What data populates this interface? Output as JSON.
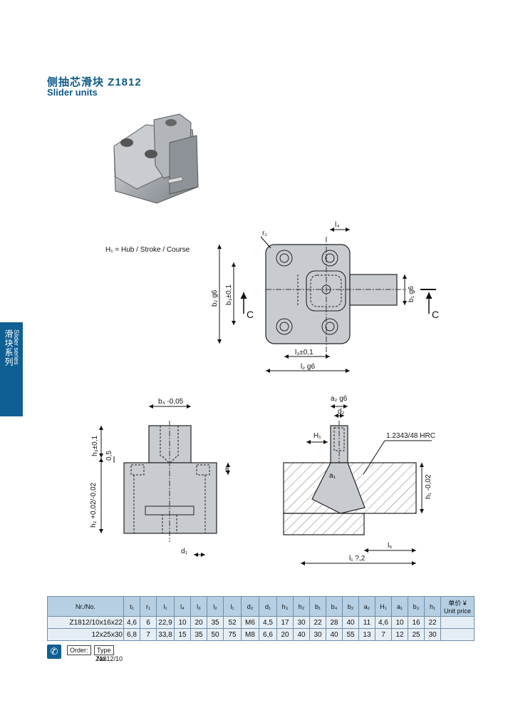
{
  "header": {
    "title_cn": "侧抽芯滑块 Z1812",
    "title_en": "Slider units"
  },
  "side_tab": {
    "label_cn": "滑块系列",
    "label_en": "Slider series"
  },
  "drawing": {
    "legend": "H₁ = Hub / Stroke / Course",
    "labels": {
      "r1": "r₁",
      "l4": "l₄",
      "b2": "b₂ g6",
      "b3": "b₃±0,1",
      "b1": "b₁ g6",
      "c_left": "C",
      "c_right": "C",
      "l3": "l₃±0,1",
      "l2": "l₂ g6",
      "b4": "b₄ -0,05",
      "h3": "h₃±0,1",
      "h05": "0,5",
      "h2": "h₂ +0,02/-0,02",
      "t1": "t₁",
      "d1": "d₁",
      "a2": "a₂ g6",
      "d2": "d₂",
      "H1": "H₁",
      "material": "1.2343/48 HRC",
      "a1": "a₁",
      "h1": "h₁ -0,02",
      "l5": "l₅",
      "l1": "l₁ ?,2"
    }
  },
  "table": {
    "headers": [
      "Nr./No.",
      "t₁",
      "r₁",
      "l₁",
      "l₄",
      "l₃",
      "l₂",
      "l₁",
      "d₂",
      "d₁",
      "h₃",
      "h₂",
      "b₁",
      "b₄",
      "b₂",
      "a₂",
      "H₁",
      "a₁",
      "b₃",
      "h₁"
    ],
    "price_header_cn": "单价 ¥",
    "price_header_en": "Unit price",
    "rows": [
      [
        "Z1812/10x16x22",
        "4,6",
        "6",
        "22,9",
        "10",
        "20",
        "35",
        "52",
        "M6",
        "4,5",
        "17",
        "30",
        "22",
        "28",
        "40",
        "11",
        "4,6",
        "10",
        "16",
        "22"
      ],
      [
        "12x25x30",
        "6,8",
        "7",
        "33,8",
        "15",
        "35",
        "50",
        "75",
        "M8",
        "6,6",
        "20",
        "40",
        "30",
        "40",
        "55",
        "13",
        "7",
        "12",
        "25",
        "30"
      ]
    ]
  },
  "order": {
    "order_label": "Order:",
    "type_label": "Type No.",
    "example": "Z1812/10"
  },
  "colors": {
    "brand": "#0f5f94",
    "header_row": "#b6cfe2",
    "body_row": "#e6eef5",
    "part_fill": "#c8ccd0"
  }
}
